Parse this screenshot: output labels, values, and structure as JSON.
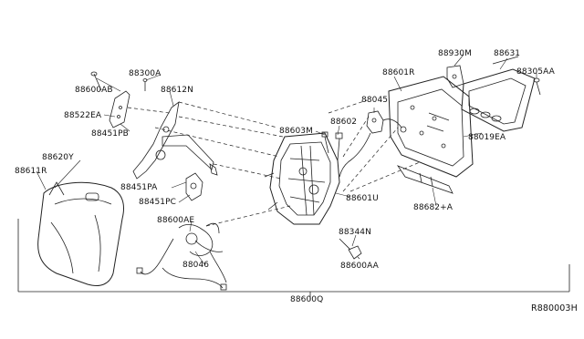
{
  "diagram": {
    "reference_code": "R880003H",
    "parts": {
      "p88600AB": "88600AB",
      "p88300A": "88300A",
      "p88612N": "88612N",
      "p88522EA": "88522EA",
      "p88451PB": "88451PB",
      "p88620Y": "88620Y",
      "p88611R": "88611R",
      "p88451PA": "88451PA",
      "p88451PC": "88451PC",
      "p88600AE": "88600AE",
      "p88046": "88046",
      "p88603M": "88603M",
      "p88602": "88602",
      "p88045": "88045",
      "p88601R": "88601R",
      "p88930M": "88930M",
      "p88631": "88631",
      "p88305AA": "88305AA",
      "p88019EA": "88019EA",
      "p88601U": "88601U",
      "p88682A": "88682+A",
      "p88344N": "88344N",
      "p88600AA": "88600AA",
      "p88600Q": "88600Q"
    }
  }
}
